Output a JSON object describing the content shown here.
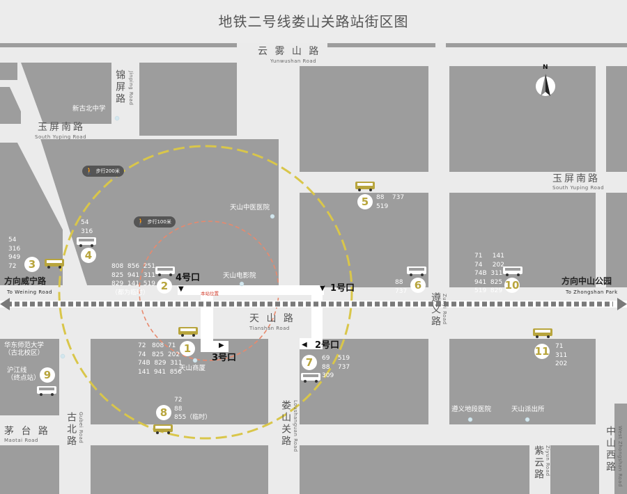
{
  "title": "地铁二号线娄山关路站街区图",
  "roads": {
    "yunwushan": {
      "zh": "云  雾  山  路",
      "en": "Yunwushan Road"
    },
    "jinping": {
      "zh": "锦屏路",
      "en": "Jinping Road"
    },
    "yuping_south_left": {
      "zh": "玉屏南路",
      "en": "South Yuping Road"
    },
    "yuping_south_right": {
      "zh": "玉屏南路",
      "en": "South Yuping Road"
    },
    "tianshan": {
      "zh": "天  山  路",
      "en": "Tianshan Road"
    },
    "zunyi": {
      "zh": "遵义路",
      "en": "Zunyi Road"
    },
    "maotai": {
      "zh": "茅  台  路",
      "en": "Maotai Road"
    },
    "gubei": {
      "zh": "古北路",
      "en": "Gubei Road"
    },
    "loushanguan": {
      "zh": "娄山关路",
      "en": "Loushanguan Road"
    },
    "ziyun": {
      "zh": "紫云路",
      "en": "Ziyun Road"
    },
    "zhongshan_west": {
      "zh": "中山西路",
      "en": "West Zhongshan Road"
    }
  },
  "directions": {
    "west": {
      "zh": "方向威宁路",
      "en": "To Weining Road"
    },
    "east": {
      "zh": "方向中山公园",
      "en": "To Zhongshan Park"
    }
  },
  "north_label": "N",
  "walk_badges": {
    "r200": "步行200米",
    "r100": "步行100米"
  },
  "station_label": "本站位置",
  "exits": [
    {
      "id": "exit1",
      "label": "1号口"
    },
    {
      "id": "exit2",
      "label": "2号口"
    },
    {
      "id": "exit3",
      "label": "3号口"
    },
    {
      "id": "exit4",
      "label": "4号口"
    }
  ],
  "landmarks": {
    "xingubei_school": "新古北中学",
    "tcm_hospital": "天山中医医院",
    "cinema": "天山电影院",
    "tianshan_mall": "天山商厦",
    "ecnu": "华东师范大学\n（古北校区）",
    "zunyi_hospital": "遵义地段医院",
    "police": "天山派出所"
  },
  "bus_stops": [
    {
      "num": "1",
      "routes": "72   808  71\n74   825  202\n74B  829  311\n141  941  856"
    },
    {
      "num": "2",
      "routes": "808  856  251\n825  941  311\n829  141  519\n（都为临时）"
    },
    {
      "num": "3",
      "routes": "54\n316\n949\n72"
    },
    {
      "num": "4",
      "routes": "54\n316"
    },
    {
      "num": "5",
      "routes": "88    737\n519"
    },
    {
      "num": "6",
      "routes": "88\n737"
    },
    {
      "num": "7",
      "routes": "69    519\n88    737\n309"
    },
    {
      "num": "8",
      "routes": "72\n88\n855（临时）"
    },
    {
      "num": "9",
      "routes": "沪江线\n（终点站）"
    },
    {
      "num": "10",
      "routes": "71     141\n74     202\n74B  311\n941  825\n519  829"
    },
    {
      "num": "11",
      "routes": "71\n311\n202"
    }
  ],
  "colors": {
    "block": "#9d9d9d",
    "road": "#ebebeb",
    "ring200": "#d9c64a",
    "ring100": "#e8896d",
    "bus": "#b8a53d",
    "metro_track": "#777777"
  }
}
